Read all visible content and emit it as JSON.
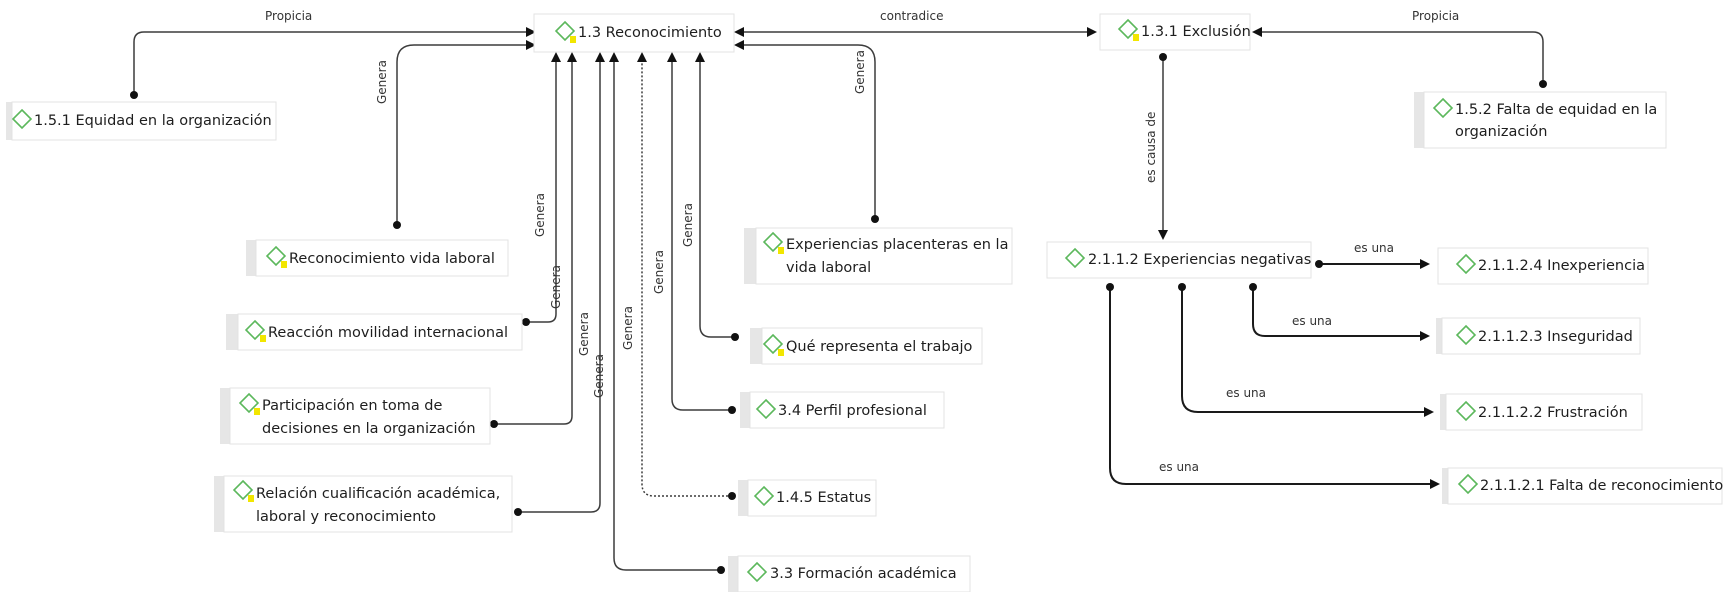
{
  "nodes": {
    "reconocimiento": {
      "label": "1.3 Reconocimiento",
      "memo": true
    },
    "equidad": {
      "label": "1.5.1 Equidad en la organización",
      "memo": false
    },
    "rec_vida": {
      "label": "Reconocimiento vida laboral",
      "memo": true
    },
    "movilidad": {
      "label": "Reacción movilidad internacional",
      "memo": true
    },
    "participacion": {
      "label1": "Participación en toma de",
      "label2": "decisiones en la organización",
      "memo": true
    },
    "relacion": {
      "label1": "Relación cualificación académica,",
      "label2": "laboral y reconocimiento",
      "memo": true
    },
    "experiencias_plac": {
      "label1": "Experiencias placenteras en la",
      "label2": "vida laboral",
      "memo": true
    },
    "que_representa": {
      "label": "Qué representa el trabajo",
      "memo": true
    },
    "perfil": {
      "label": "3.4 Perfil profesional",
      "memo": false
    },
    "estatus": {
      "label": "1.4.5 Estatus",
      "memo": false
    },
    "formacion": {
      "label": "3.3 Formación académica",
      "memo": false
    },
    "exclusion": {
      "label": "1.3.1 Exclusión",
      "memo": true
    },
    "falta_equidad": {
      "label1": "1.5.2 Falta de equidad en la",
      "label2": "organización",
      "memo": false
    },
    "exp_negativas": {
      "label": "2.1.1.2 Experiencias negativas",
      "memo": false
    },
    "inexperiencia": {
      "label": "2.1.1.2.4 Inexperiencia",
      "memo": false
    },
    "inseguridad": {
      "label": "2.1.1.2.3 Inseguridad",
      "memo": false
    },
    "frustracion": {
      "label": "2.1.1.2.2 Frustración",
      "memo": false
    },
    "falta_rec": {
      "label": "2.1.1.2.1 Falta de reconocimiento",
      "memo": false
    }
  },
  "relations": {
    "propicia": "Propicia",
    "genera": "Genera",
    "contradice": "contradice",
    "es_causa_de": "es causa de",
    "es_una": "es una"
  },
  "colors": {
    "code_icon": "#5cb85c",
    "memo_badge": "#f2e600"
  }
}
